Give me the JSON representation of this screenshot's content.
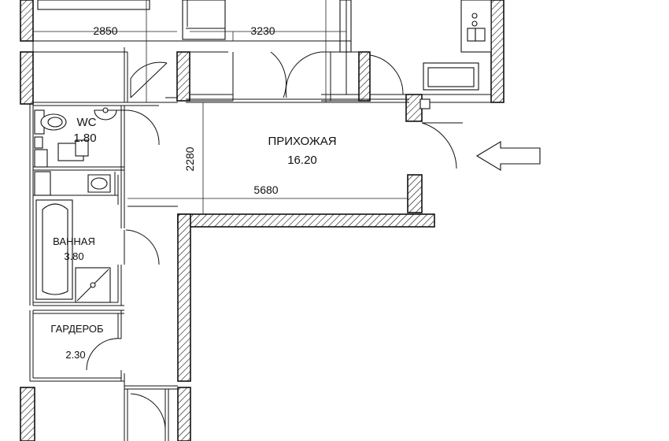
{
  "rooms": {
    "hallway": {
      "name": "ПРИХОЖАЯ",
      "area": "16.20"
    },
    "wc": {
      "name": "WC",
      "area": "1.80"
    },
    "bathroom": {
      "name": "ВАННАЯ",
      "area": "3.80"
    },
    "wardrobe": {
      "name": "ГАРДЕРОБ",
      "area": "2.30"
    }
  },
  "dimensions": {
    "room_left_width": "2850",
    "room_mid_width": "3230",
    "hallway_width": "5680",
    "hallway_depth": "2280"
  },
  "entrance_arrow": "entrance-arrow-icon"
}
